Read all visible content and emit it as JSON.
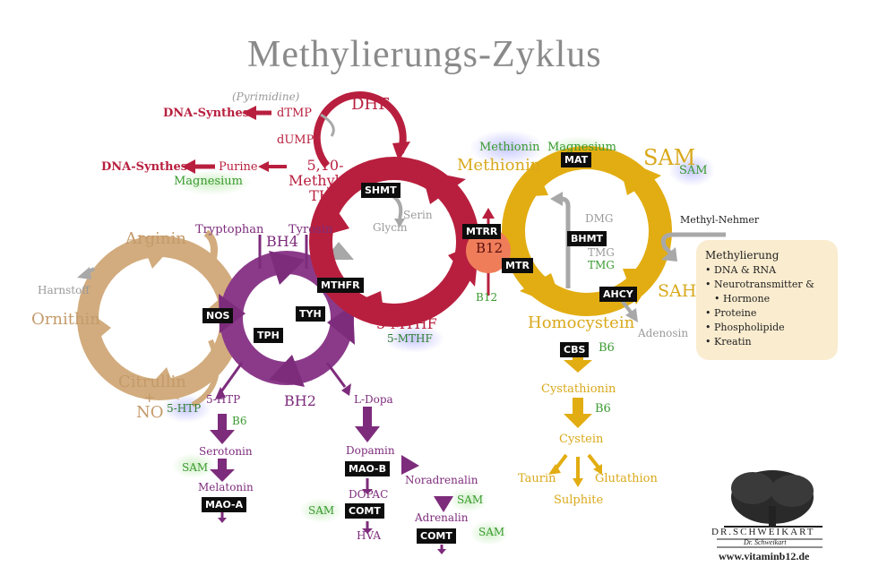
{
  "title": "Methylierungs-Zyklus",
  "nodes": {
    "dhf": "DHF",
    "pyrimidine": "(Pyrimidine)",
    "dna_synthese_1": "DNA-Synthese",
    "dtmp": "dTMP",
    "dump": "dUMP",
    "dna_synthese_2": "DNA-Synthese",
    "purine": "Purine",
    "magnesium_1": "Magnesium",
    "methylen_thf": "5,10-\nMethylen-\nTHF",
    "thf": "THF",
    "serin": "Serin",
    "glycin": "Glycin",
    "five_mthf": "5-MTHF",
    "five_mthf_small": "5-MTHF",
    "b12_circle": "B12",
    "b12_small": "B12",
    "methionin_green": "Methionin",
    "magnesium_2": "Magnesium",
    "methionin": "Methionin",
    "sam_big": "SAM",
    "sam_small": "SAM",
    "dmg": "DMG",
    "tmg_gray": "TMG",
    "tmg_green": "TMG",
    "methyl_nehmer": "Methyl-Nehmer",
    "sah": "SAH",
    "adenosin": "Adenosin",
    "homocystein": "Homocystein",
    "b6_1": "B6",
    "cystathionin": "Cystathionin",
    "b6_2": "B6",
    "cystein": "Cystein",
    "taurin": "Taurin",
    "glutathion": "Glutathion",
    "sulphite": "Sulphite",
    "arginin": "Arginin",
    "harnstoff": "Harnstoff",
    "ornithin": "Ornithin",
    "citrullin": "Citrullin",
    "plus": "+",
    "no": "NO",
    "tryptophan": "Tryptophan",
    "tyrosin": "Tyrosin",
    "bh4": "BH4",
    "bh2": "BH2",
    "five_htp_green": "5-HTP",
    "five_htp": "5-HTP",
    "b6_3": "B6",
    "serotonin": "Serotonin",
    "sam_3": "SAM",
    "melatonin": "Melatonin",
    "l_dopa": "L-Dopa",
    "dopamin": "Dopamin",
    "noradrenalin": "Noradrenalin",
    "sam_4": "SAM",
    "dopac": "DOPAC",
    "sam_5": "SAM",
    "adrenalin": "Adrenalin",
    "sam_6": "SAM",
    "hva": "HVA"
  },
  "enzymes": {
    "shmt": "SHMT",
    "mthfr": "MTHFR",
    "mtrr": "MTRR",
    "mtr": "MTR",
    "mat": "MAT",
    "bhmt": "BHMT",
    "ahcy": "AHCY",
    "cbs": "CBS",
    "nos": "NOS",
    "tph": "TPH",
    "tyh": "TYH",
    "mao_a": "MAO-A",
    "mao_b": "MAO-B",
    "comt_1": "COMT",
    "comt_2": "COMT"
  },
  "methylierung_box": {
    "heading": "Methylierung",
    "items": [
      "DNA & RNA",
      "Neurotransmitter &",
      "Hormone",
      "Proteine",
      "Phospholipide",
      "Kreatin"
    ]
  },
  "logo": {
    "brand": "DR.SCHWEIKART",
    "signature": "Dr. Schweikart",
    "url": "www.vitaminb12.de"
  },
  "colors": {
    "folate_cycle": "#b81f3e",
    "methionine_cycle": "#e2ad12",
    "neurotransmitter_cycle": "#7d2c7c",
    "urea_cycle": "#d2ac7e",
    "gray_arrows": "#a8a8a8",
    "cofactor_green": "#3a9a2f",
    "b12_circle": "#ef7d5a",
    "box_bg": "#faeccf"
  }
}
